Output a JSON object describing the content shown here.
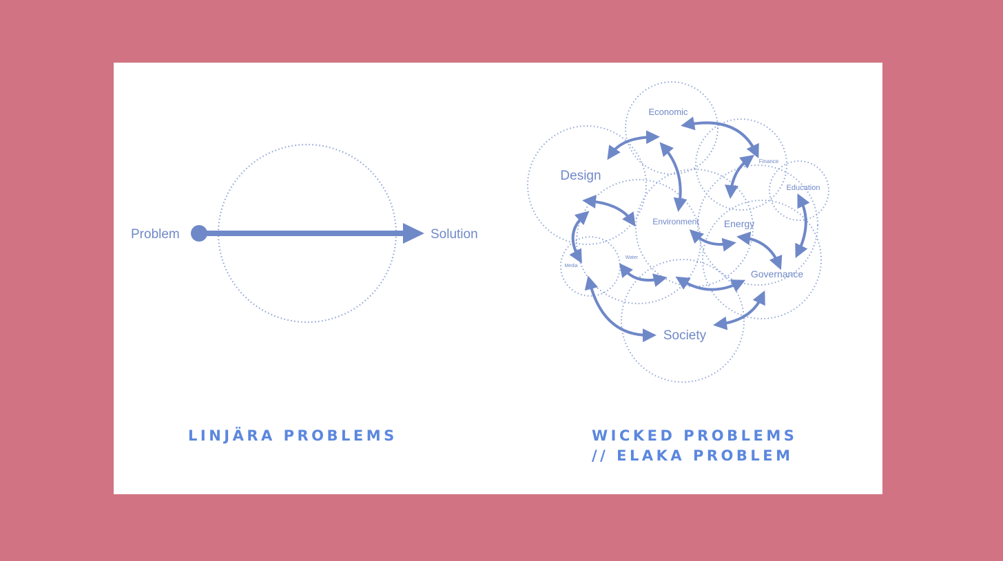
{
  "colors": {
    "background": "#d17383",
    "card": "#ffffff",
    "diagram": "#6f88c8",
    "caption": "#5b87de"
  },
  "linear": {
    "start_label": "Problem",
    "end_label": "Solution",
    "caption": "LINJÄRA PROBLEMS"
  },
  "wicked": {
    "nodes": [
      "Economic",
      "Design",
      "Finance",
      "Education",
      "Environment",
      "Energy",
      "Media",
      "Water",
      "Governance",
      "Society"
    ],
    "caption_line1": "WICKED PROBLEMS",
    "caption_line2": "// ELAKA PROBLEM"
  }
}
